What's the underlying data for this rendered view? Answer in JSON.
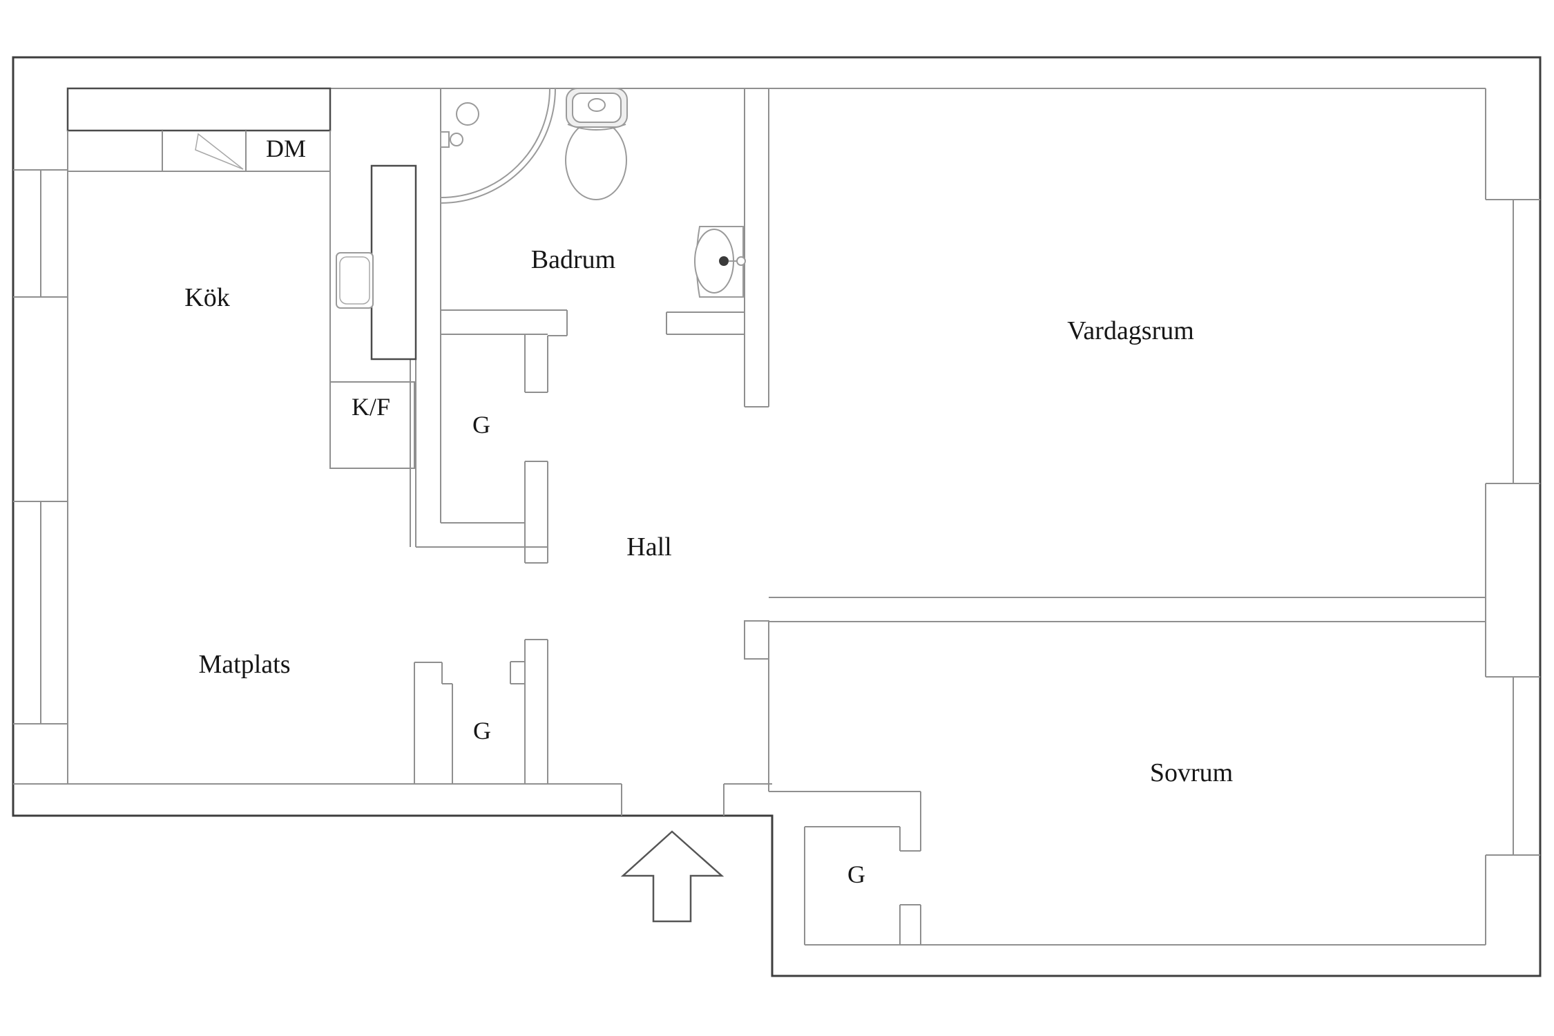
{
  "title": "Apartment floor plan",
  "colors": {
    "background": "#ffffff",
    "outer_wall": "#3d3d3d",
    "interior_wall": "#8f8f8f",
    "fixture_outline": "#9a9a9a",
    "label_text": "#161616"
  },
  "labels": {
    "kok": "Kök",
    "dm": "DM",
    "kf": "K/F",
    "badrum": "Badrum",
    "hall": "Hall",
    "vardagsrum": "Vardagsrum",
    "matplats": "Matplats",
    "sovrum": "Sovrum",
    "g": "G"
  },
  "rooms": [
    {
      "id": "kok",
      "name": "Kök",
      "meaning": "kitchen"
    },
    {
      "id": "badrum",
      "name": "Badrum",
      "meaning": "bathroom"
    },
    {
      "id": "vardagsrum",
      "name": "Vardagsrum",
      "meaning": "living room"
    },
    {
      "id": "hall",
      "name": "Hall",
      "meaning": "hallway"
    },
    {
      "id": "matplats",
      "name": "Matplats",
      "meaning": "dining area"
    },
    {
      "id": "sovrum",
      "name": "Sovrum",
      "meaning": "bedroom"
    }
  ],
  "fixture_icons": [
    "kitchen-counter",
    "dishwasher-cell",
    "counter-corner-mark",
    "kitchen-sink",
    "tall-cabinet",
    "fridge-freezer-box",
    "corner-shower",
    "shower-drain",
    "shower-faucet",
    "toilet",
    "washbasin",
    "wardrobe-upper",
    "wardrobe-lower",
    "wardrobe-bedroom",
    "window-bays",
    "entrance-arrow"
  ]
}
